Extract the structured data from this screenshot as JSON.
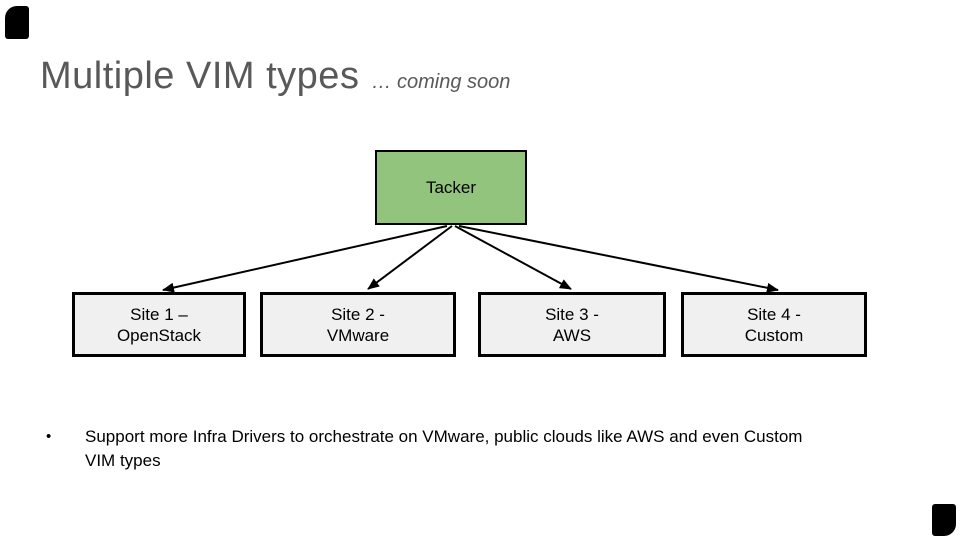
{
  "slide": {
    "title": "Multiple VIM types",
    "subtitle": "… coming soon",
    "diagram": {
      "root_label": "Tacker",
      "nodes": [
        {
          "line1": "Site 1 –",
          "line2": "OpenStack"
        },
        {
          "line1": "Site 2 -",
          "line2": "VMware"
        },
        {
          "line1": "Site 3 -",
          "line2": "AWS"
        },
        {
          "line1": "Site 4 -",
          "line2": "Custom"
        }
      ]
    },
    "bullet": {
      "marker": "•",
      "text": "Support more Infra Drivers to orchestrate on VMware, public clouds like AWS and even Custom VIM types"
    },
    "colors": {
      "root-fill": "#93C47D",
      "root-border": "#000000",
      "node-fill": "#F0F0F0",
      "node-border": "#000000",
      "title-color": "#595959",
      "arrow-color": "#000000",
      "corner-color": "#000000",
      "background": "#FFFFFF"
    }
  }
}
